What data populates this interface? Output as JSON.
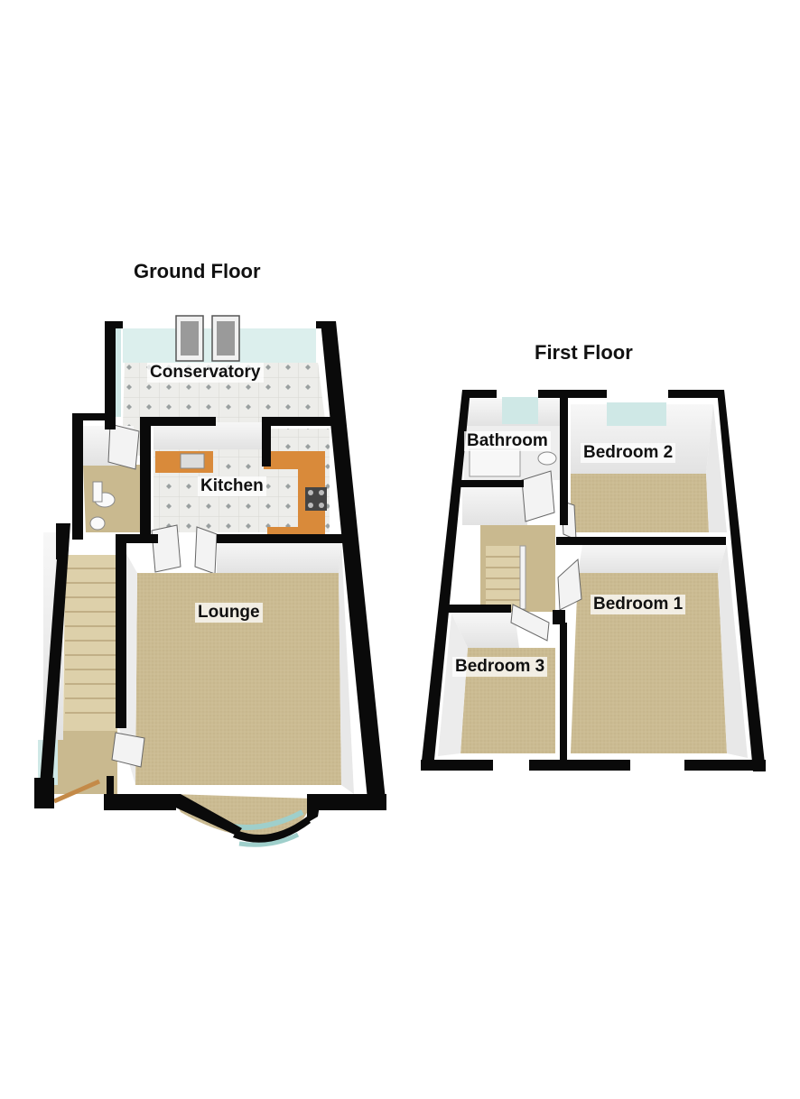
{
  "floors": {
    "ground": {
      "title": "Ground Floor",
      "rooms": {
        "conservatory": "Conservatory",
        "kitchen": "Kitchen",
        "lounge": "Lounge"
      }
    },
    "first": {
      "title": "First Floor",
      "rooms": {
        "bathroom": "Bathroom",
        "bedroom1": "Bedroom 1",
        "bedroom2": "Bedroom 2",
        "bedroom3": "Bedroom 3"
      }
    }
  },
  "colors": {
    "wall": "#0a0a0a",
    "carpet": "#c9b98f",
    "stairs": "#d8c79e",
    "tile": "#ecece8",
    "worktop": "#d98a3a",
    "glass": "#cfe8e6",
    "wall_face": "#f4f4f4"
  }
}
